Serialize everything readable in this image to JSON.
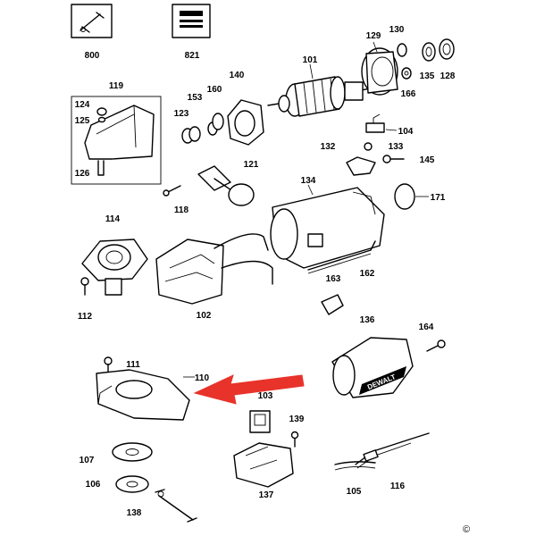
{
  "labels": {
    "p800": "800",
    "p821": "821",
    "p101": "101",
    "p129": "129",
    "p130": "130",
    "p135": "135",
    "p128": "128",
    "p166": "166",
    "p119": "119",
    "p124": "124",
    "p125": "125",
    "p126": "126",
    "p153": "153",
    "p160": "160",
    "p140": "140",
    "p123": "123",
    "p104": "104",
    "p132": "132",
    "p133": "133",
    "p145": "145",
    "p121": "121",
    "p118": "118",
    "p134": "134",
    "p171": "171",
    "p114": "114",
    "p112": "112",
    "p102": "102",
    "p162": "162",
    "p163": "163",
    "p136": "136",
    "p164": "164",
    "p111": "111",
    "p110": "110",
    "p103": "103",
    "p139": "139",
    "p107": "107",
    "p106": "106",
    "p137": "137",
    "p105": "105",
    "p116": "116",
    "p138": "138"
  },
  "brand_text": "DEWALT",
  "copyright_symbol": "©",
  "arrow_color": "#e8332a"
}
